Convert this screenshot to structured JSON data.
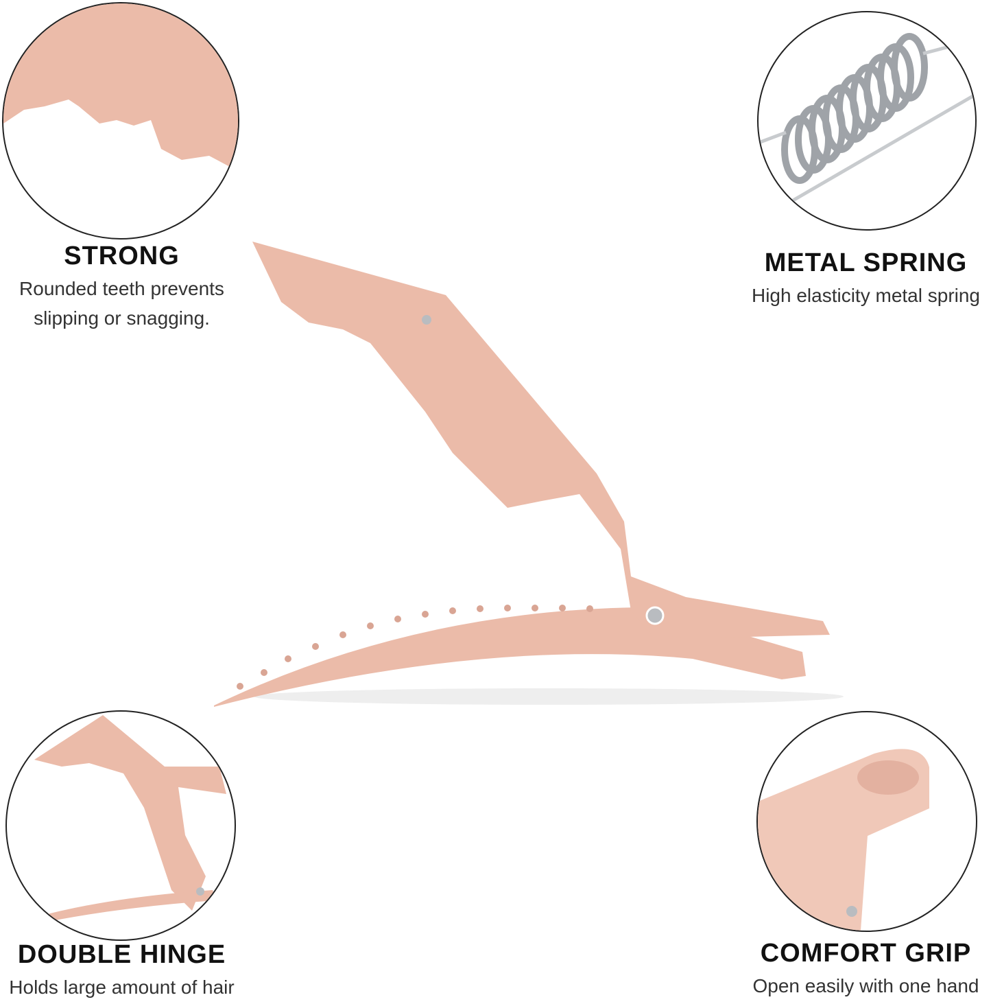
{
  "colors": {
    "clip_pink": "#EBBBA9",
    "clip_shadow": "#D9A594",
    "metal": "#B9BCC0",
    "outline": "#222222"
  },
  "features": [
    {
      "title": "STRONG",
      "lines": [
        "Rounded teeth prevents",
        "slipping or snagging."
      ]
    },
    {
      "title": "METAL SPRING",
      "lines": [
        "High elasticity metal spring"
      ]
    },
    {
      "title": "DOUBLE HINGE",
      "lines": [
        "Holds large amount of hair"
      ]
    },
    {
      "title": "COMFORT GRIP",
      "lines": [
        "Open easily with one hand"
      ]
    }
  ]
}
